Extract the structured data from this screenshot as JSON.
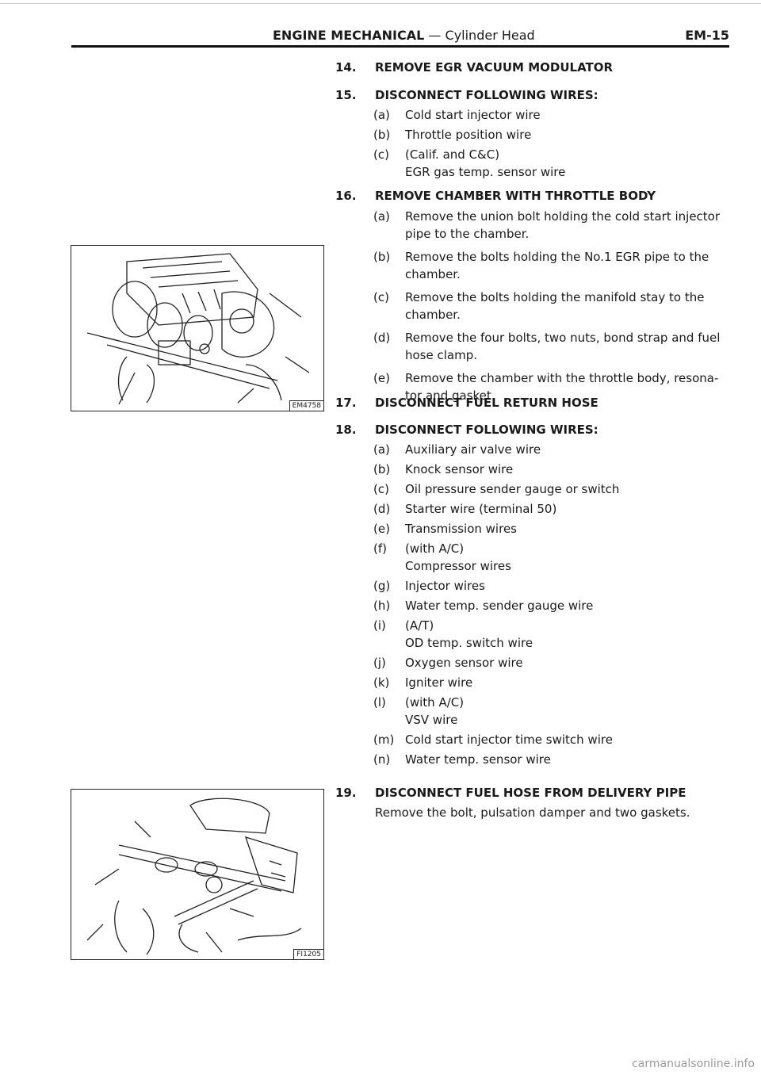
{
  "header": {
    "section": "ENGINE MECHANICAL",
    "dash": "—",
    "subsection": "Cylinder Head",
    "page": "EM-15"
  },
  "figures": [
    {
      "code": "EM4758"
    },
    {
      "code": "FI1205"
    }
  ],
  "steps": [
    {
      "num": "14.",
      "title": "REMOVE EGR VACUUM MODULATOR",
      "items": []
    },
    {
      "num": "15.",
      "title": "DISCONNECT FOLLOWING WIRES:",
      "items": [
        {
          "label": "(a)",
          "lines": [
            "Cold start injector wire"
          ]
        },
        {
          "label": "(b)",
          "lines": [
            "Throttle position wire"
          ]
        },
        {
          "label": "(c)",
          "lines": [
            "(Calif. and C&C)",
            "EGR gas temp. sensor wire"
          ]
        }
      ]
    },
    {
      "num": "16.",
      "title": "REMOVE CHAMBER WITH THROTTLE BODY",
      "items": [
        {
          "label": "(a)",
          "lines": [
            "Remove the union bolt holding the cold start injector",
            "pipe to the chamber."
          ]
        },
        {
          "label": "(b)",
          "lines": [
            "Remove the bolts holding the No.1 EGR pipe to the",
            "chamber."
          ]
        },
        {
          "label": "(c)",
          "lines": [
            "Remove the bolts holding the manifold stay to the",
            "chamber."
          ]
        },
        {
          "label": "(d)",
          "lines": [
            "Remove the four bolts, two nuts, bond strap and fuel",
            "hose clamp."
          ]
        },
        {
          "label": "(e)",
          "lines": [
            "Remove the chamber with the throttle body, resona-",
            "tor and gasket."
          ]
        }
      ]
    },
    {
      "num": "17.",
      "title": "DISCONNECT FUEL RETURN HOSE",
      "items": []
    },
    {
      "num": "18.",
      "title": "DISCONNECT FOLLOWING WIRES:",
      "items": [
        {
          "label": "(a)",
          "lines": [
            "Auxiliary air valve wire"
          ]
        },
        {
          "label": "(b)",
          "lines": [
            "Knock sensor wire"
          ]
        },
        {
          "label": "(c)",
          "lines": [
            "Oil pressure sender gauge or switch"
          ]
        },
        {
          "label": "(d)",
          "lines": [
            "Starter wire (terminal 50)"
          ]
        },
        {
          "label": "(e)",
          "lines": [
            "Transmission wires"
          ]
        },
        {
          "label": "(f)",
          "lines": [
            "(with A/C)",
            "Compressor wires"
          ]
        },
        {
          "label": "(g)",
          "lines": [
            "Injector wires"
          ]
        },
        {
          "label": "(h)",
          "lines": [
            "Water temp. sender gauge wire"
          ]
        },
        {
          "label": "(i)",
          "lines": [
            "(A/T)",
            "OD temp. switch wire"
          ]
        },
        {
          "label": "(j)",
          "lines": [
            "Oxygen sensor wire"
          ]
        },
        {
          "label": "(k)",
          "lines": [
            "Igniter wire"
          ]
        },
        {
          "label": "(l)",
          "lines": [
            "(with A/C)",
            "VSV wire"
          ]
        },
        {
          "label": "(m)",
          "lines": [
            "Cold start injector time switch wire"
          ]
        },
        {
          "label": "(n)",
          "lines": [
            "Water temp. sensor wire"
          ]
        }
      ]
    },
    {
      "num": "19.",
      "title": "DISCONNECT FUEL HOSE FROM DELIVERY PIPE",
      "items": [],
      "note": "Remove the bolt, pulsation damper and two gaskets."
    }
  ],
  "watermark": "carmanualsonline.info"
}
